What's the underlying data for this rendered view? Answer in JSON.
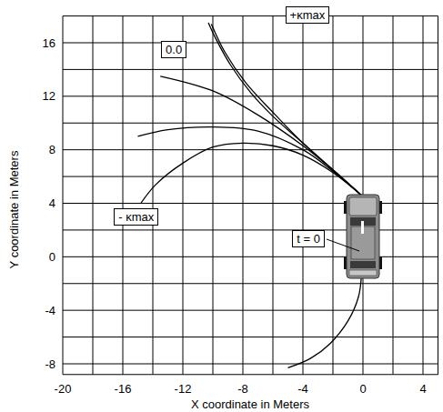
{
  "diagram": {
    "nodes": [
      {
        "text": [
          "+κmax"
        ]
      },
      {
        "text": [
          "0.0"
        ]
      },
      {
        "text": [
          "- κmax"
        ]
      },
      {
        "text": [
          "t = 0"
        ]
      }
    ],
    "labels": [
      "16",
      "12",
      "8",
      "4",
      "0",
      "-4",
      "-8",
      "Y coordinate in Meters",
      "-20",
      "-16",
      "-12",
      "-8",
      "-4",
      "0",
      "4",
      "X coordinate in Meters"
    ]
  }
}
